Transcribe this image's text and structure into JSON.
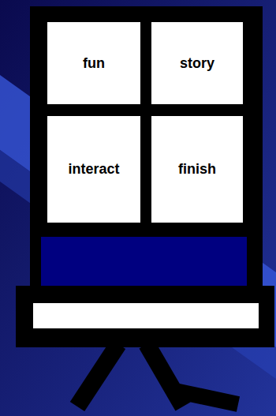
{
  "diagram": {
    "nodes": [
      {
        "text": [
          "fun"
        ]
      },
      {
        "text": [
          "story"
        ]
      },
      {
        "text": [
          "interact"
        ]
      },
      {
        "text": [
          "finish"
        ]
      }
    ]
  }
}
